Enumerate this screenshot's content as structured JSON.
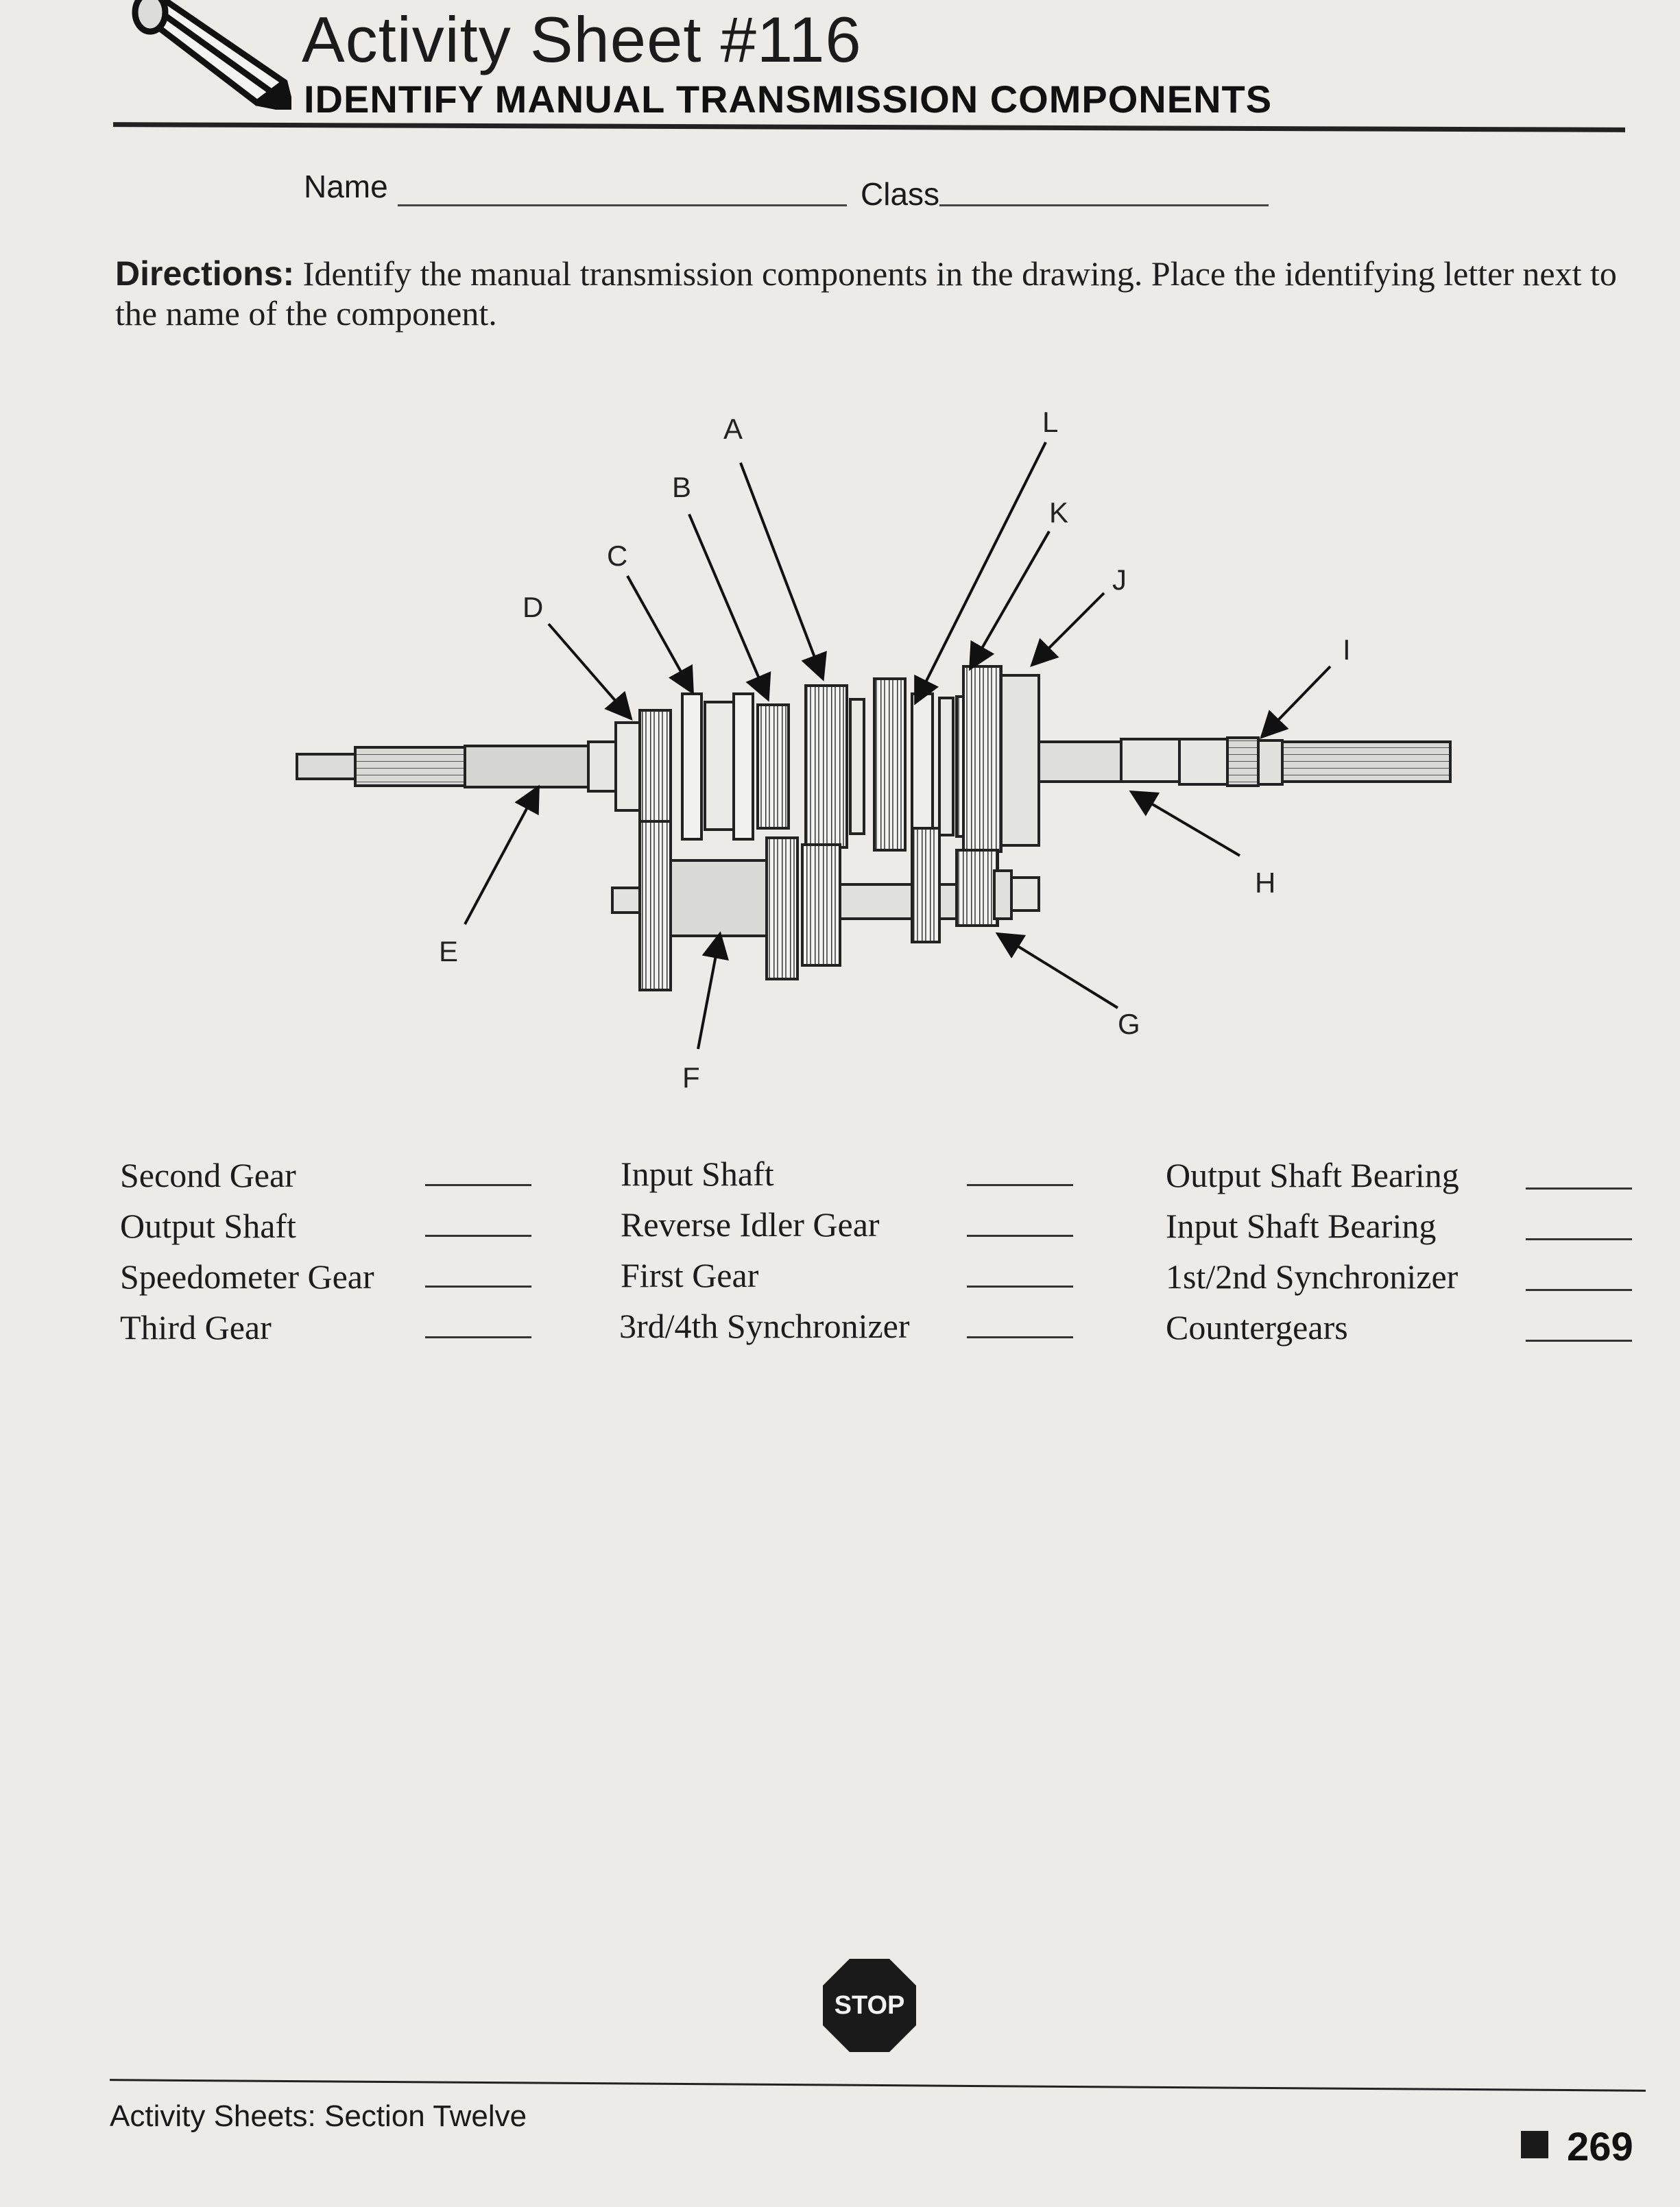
{
  "header": {
    "title": "Activity Sheet #116",
    "subtitle": "IDENTIFY MANUAL TRANSMISSION COMPONENTS"
  },
  "fields": {
    "name_label": "Name",
    "class_label": "Class"
  },
  "directions": {
    "label": "Directions:",
    "text": "Identify the manual transmission components in the drawing. Place the identifying letter next to the name of the component."
  },
  "diagram": {
    "labels": [
      "A",
      "B",
      "C",
      "D",
      "E",
      "F",
      "G",
      "H",
      "I",
      "J",
      "K",
      "L"
    ]
  },
  "components": [
    "Second Gear",
    "Output Shaft",
    "Speedometer Gear",
    "Third Gear",
    "Input Shaft",
    "Reverse Idler Gear",
    "First Gear",
    "3rd/4th Synchronizer",
    "Output Shaft Bearing",
    "Input Shaft Bearing",
    "1st/2nd Synchronizer",
    "Countergears"
  ],
  "stop_label": "STOP",
  "footer": {
    "section": "Activity Sheets: Section Twelve",
    "page_number": "269"
  }
}
